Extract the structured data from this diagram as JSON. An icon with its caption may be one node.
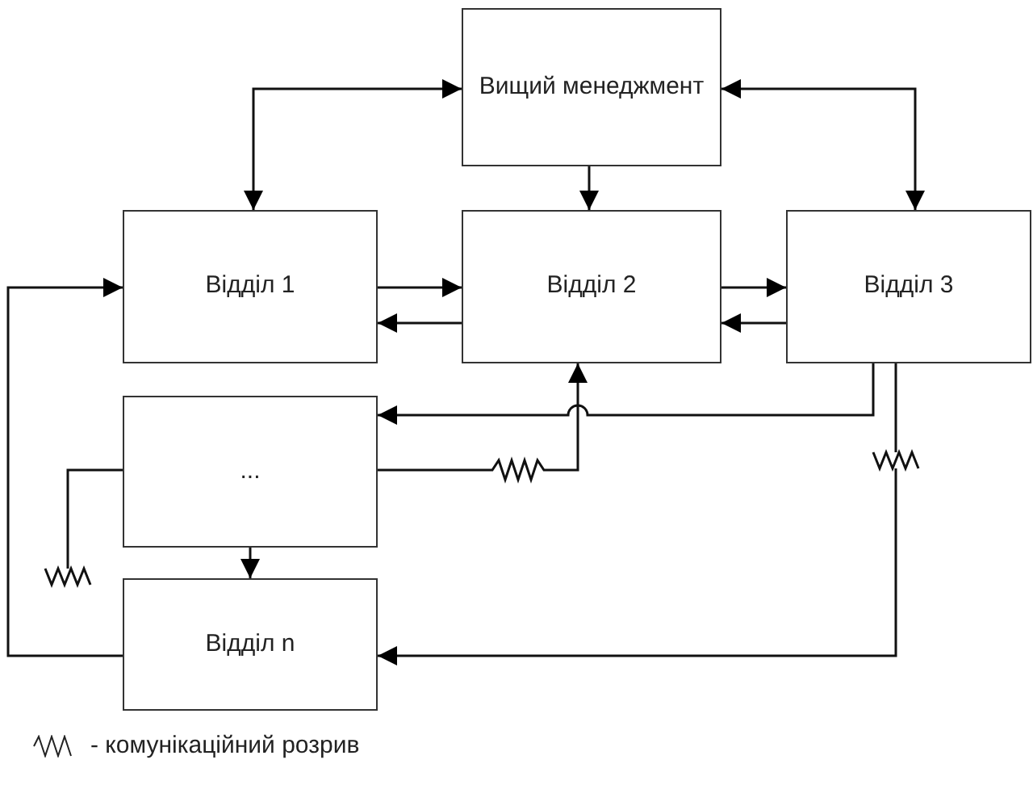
{
  "diagram": {
    "nodes": [
      {
        "text": [
          "Вищий менеджмент"
        ]
      },
      {
        "text": [
          "Відділ 1"
        ]
      },
      {
        "text": [
          "Відділ 2"
        ]
      },
      {
        "text": [
          "Відділ 3"
        ]
      },
      {
        "text": [
          "..."
        ]
      },
      {
        "text": [
          "Відділ n"
        ]
      }
    ],
    "edges": [
      {
        "from": 0,
        "to": 1,
        "arrow": "both"
      },
      {
        "from": 0,
        "to": 2,
        "arrow": "to"
      },
      {
        "from": 0,
        "to": 3,
        "arrow": "both"
      },
      {
        "from": 1,
        "to": 2,
        "arrow": "to"
      },
      {
        "from": 2,
        "to": 1,
        "arrow": "to"
      },
      {
        "from": 2,
        "to": 3,
        "arrow": "to"
      },
      {
        "from": 3,
        "to": 2,
        "arrow": "to"
      },
      {
        "from": 3,
        "to": 4,
        "arrow": "to"
      },
      {
        "from": 4,
        "to": 2,
        "arrow": "to"
      },
      {
        "from": 4,
        "to": null,
        "arrow": "none"
      },
      {
        "from": 3,
        "to": 5,
        "arrow": "to"
      },
      {
        "from": 4,
        "to": 5,
        "arrow": "to"
      },
      {
        "from": 5,
        "to": 1,
        "arrow": "to"
      }
    ],
    "legend": [
      {
        "text": "- комунікаційний розрив"
      }
    ]
  }
}
